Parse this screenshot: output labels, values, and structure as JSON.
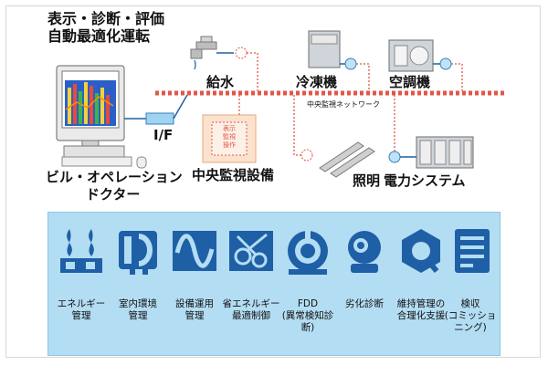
{
  "colors": {
    "network": "#e2564a",
    "link": "#e2564a",
    "panel": "#b3ddf3",
    "icon_blue": "#1f5fa6",
    "monitor_screen": "#2b5fc8"
  },
  "top": {
    "pc_title": [
      "表示・診断・評価",
      "自動最適化運転"
    ],
    "pc_label": [
      "ビル・オペレーション",
      "ドクター"
    ],
    "interface_label": "I/F",
    "water": "給水",
    "cooling": "冷凍機",
    "aircon": "空調機",
    "network_label": "中央監視ネットワーク",
    "central": "中央監視設備",
    "lighting": "照明",
    "power": "電力システム",
    "screen_text": [
      "表示",
      "監視",
      "操作"
    ]
  },
  "functions": [
    {
      "icon": "energy-management-icon",
      "caption": "エネルギー\n管理"
    },
    {
      "icon": "indoor-environment-icon",
      "caption": "室内環境\n管理"
    },
    {
      "icon": "equipment-operation-icon",
      "caption": "設備運用\n管理"
    },
    {
      "icon": "energy-saving-control-icon",
      "caption": "省エネルギー\n最適制御"
    },
    {
      "icon": "fault-detection-icon",
      "caption": "FDD\n(異常検知診断)"
    },
    {
      "icon": "degradation-diagnosis-icon",
      "caption": "劣化診断"
    },
    {
      "icon": "maintenance-support-icon",
      "caption": "維持管理の\n合理化支援"
    },
    {
      "icon": "commissioning-icon",
      "caption": "検収\n(コミッショ\nニング)"
    }
  ]
}
